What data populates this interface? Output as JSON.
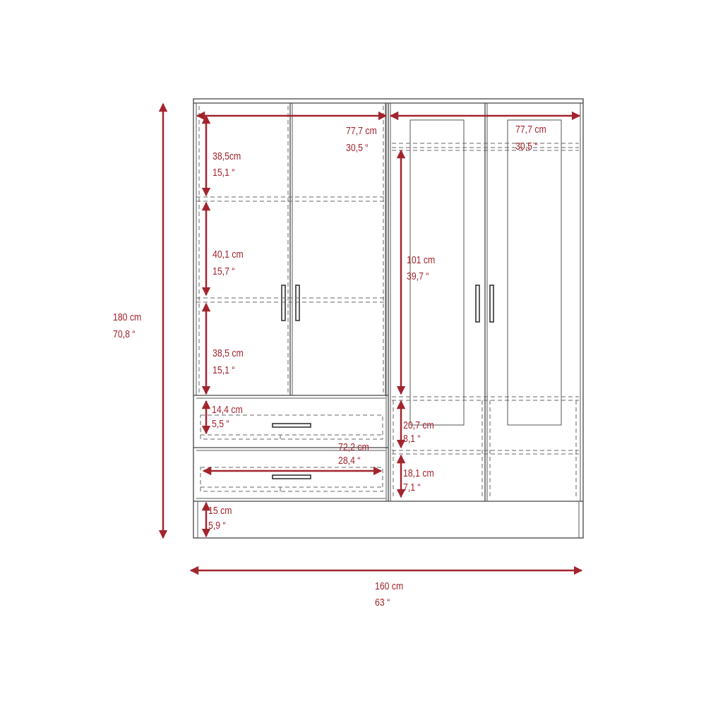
{
  "diagram": {
    "overall_height": {
      "metric": "180 cm",
      "imperial": "70,8 “"
    },
    "overall_width": {
      "metric": "160 cm",
      "imperial": "63 “"
    },
    "left_inner_width": {
      "metric": "77,7 cm",
      "imperial": "30,5 “"
    },
    "right_inner_width": {
      "metric": "77,7 cm",
      "imperial": "30,5 “"
    },
    "shelf_top": {
      "metric": "38,5cm",
      "imperial": "15,1 “"
    },
    "shelf_middle": {
      "metric": "40,1 cm",
      "imperial": "15,7 “"
    },
    "shelf_bottom": {
      "metric": "38,5 cm",
      "imperial": "15,1 “"
    },
    "drawer_height": {
      "metric": "14,4 cm",
      "imperial": "5,5 “"
    },
    "drawer_width": {
      "metric": "72,2 cm",
      "imperial": "28,4 “"
    },
    "base_height": {
      "metric": "15 cm",
      "imperial": "5,9 “"
    },
    "hanging_height": {
      "metric": "101 cm",
      "imperial": "39,7 “"
    },
    "lower_compartment_upper": {
      "metric": "20,7 cm",
      "imperial": "8,1 “"
    },
    "lower_compartment_lower": {
      "metric": "18,1 cm",
      "imperial": "7,1 “"
    }
  },
  "colors": {
    "dimension": "#a3242d",
    "outline": "#444444",
    "hidden_lines": "#666666"
  }
}
